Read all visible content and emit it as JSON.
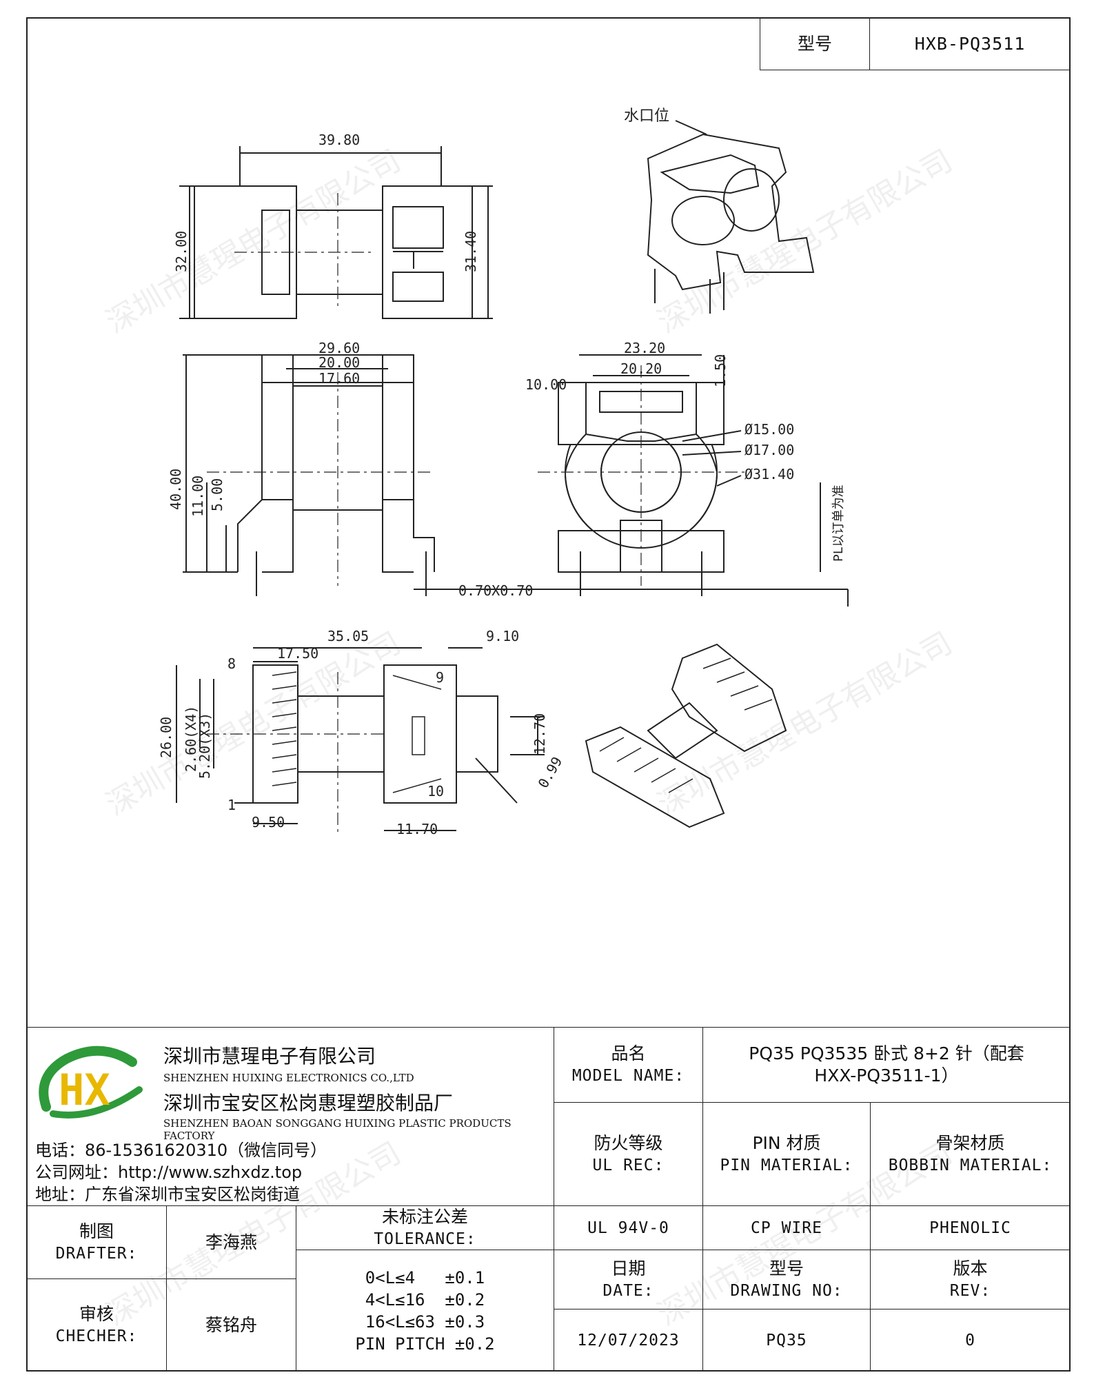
{
  "header": {
    "model_label": "型号",
    "model_value": "HXB-PQ3511"
  },
  "drawing": {
    "water_gate_label": "水口位",
    "dims": {
      "overall_length": "39.80",
      "height_a": "32.00",
      "flange_height": "31.40",
      "width_c": "29.60",
      "width_d": "20.00",
      "width_e": "17.60",
      "total_height": "40.00",
      "height_11": "11.00",
      "height_5": "5.00",
      "pin_section": "0.70X0.70",
      "front_width": "23.20",
      "front_inner": "20.20",
      "front_top": "1.50",
      "slot_p": "10.00",
      "dia_15": "Ø15.00",
      "dia_17": "Ø17.00",
      "dia_31": "Ø31.40",
      "pl_note": "PL以订单为准",
      "bottom_len": "35.05",
      "bottom_half": "17.50",
      "bottom_right": "9.10",
      "bottom_26": "26.00",
      "pitch_4": "2.60(X4)",
      "pitch_3": "5.20(X3)",
      "bottom_12": "12.70",
      "bottom_099": "0.99",
      "bottom_950": "9.50",
      "bottom_1170": "11.70",
      "pin8": "8",
      "pin1": "1",
      "pin9": "9",
      "pin10": "10"
    }
  },
  "company": {
    "logo_text": "HX",
    "name_cn": "深圳市慧瑆电子有限公司",
    "name_en": "SHENZHEN HUIXING ELECTRONICS CO.,LTD",
    "factory_cn": "深圳市宝安区松岗惠瑆塑胶制品厂",
    "factory_en": "SHENZHEN BAOAN SONGGANG HUIXING PLASTIC PRODUCTS FACTORY",
    "phone": "电话：86-15361620310（微信同号）",
    "website": "公司网址：http://www.szhxdz.top",
    "address": "地址：广东省深圳市宝安区松岗街道"
  },
  "table": {
    "model_name_cn": "品名",
    "model_name_en": "MODEL NAME:",
    "model_name_value_1": "PQ35 PQ3535 卧式 8+2 针（配套",
    "model_name_value_2": "HXX-PQ3511-1）",
    "ul_cn": "防火等级",
    "ul_en": "UL REC:",
    "ul_value": "UL 94V-0",
    "pin_cn": "PIN 材质",
    "pin_en": "PIN MATERIAL:",
    "pin_value": "CP WIRE",
    "bobbin_cn": "骨架材质",
    "bobbin_en": "BOBBIN MATERIAL:",
    "bobbin_value": "PHENOLIC",
    "drafter_cn": "制图",
    "drafter_en": "DRAFTER:",
    "drafter_name": "李海燕",
    "checker_cn": "审核",
    "checker_en": "CHECHER:",
    "checker_name": "蔡铭舟",
    "tol_cn": "未标注公差",
    "tol_en": "TOLERANCE:",
    "tol_1": "0<L≤4   ±0.1",
    "tol_2": "4<L≤16  ±0.2",
    "tol_3": "16<L≤63 ±0.3",
    "tol_4": "PIN PITCH ±0.2",
    "date_cn": "日期",
    "date_en": "DATE:",
    "date_value": "12/07/2023",
    "dwg_cn": "型号",
    "dwg_en": "DRAWING NO:",
    "dwg_value": "PQ35",
    "rev_cn": "版本",
    "rev_en": "REV:",
    "rev_value": "0"
  },
  "watermark": "深圳市慧瑆电子有限公司",
  "colors": {
    "logo_green": "#2e9a3a",
    "logo_yellow": "#e8b800",
    "ink": "#222222"
  }
}
